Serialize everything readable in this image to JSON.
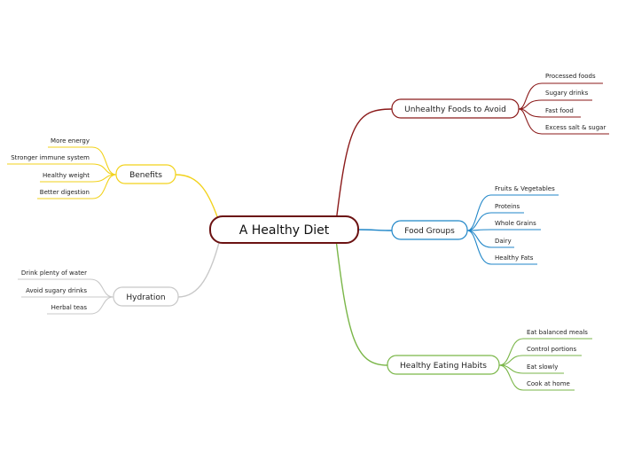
{
  "central": {
    "label": "A Healthy Diet"
  },
  "branches": {
    "unhealthy": {
      "label": "Unhealthy Foods to Avoid",
      "color": "#8b1a1a",
      "items": [
        "Processed foods",
        "Sugary drinks",
        "Fast food",
        "Excess salt & sugar"
      ]
    },
    "food_groups": {
      "label": "Food Groups",
      "color": "#1f86c8",
      "items": [
        "Fruits & Vegetables",
        "Proteins",
        "Whole Grains",
        "Dairy",
        "Healthy Fats"
      ]
    },
    "habits": {
      "label": "Healthy Eating Habits",
      "color": "#7ab648",
      "items": [
        "Eat balanced meals",
        "Control portions",
        "Eat slowly",
        "Cook at home"
      ]
    },
    "benefits": {
      "label": "Benefits",
      "color": "#f2d21b",
      "items": [
        "More energy",
        "Stronger immune system",
        "Healthy weight",
        "Better digestion"
      ]
    },
    "hydration": {
      "label": "Hydration",
      "color": "#c8c8c8",
      "items": [
        "Drink plenty of water",
        "Avoid sugary drinks",
        "Herbal teas"
      ]
    }
  },
  "colors": {
    "central_border": "#6b1212"
  }
}
